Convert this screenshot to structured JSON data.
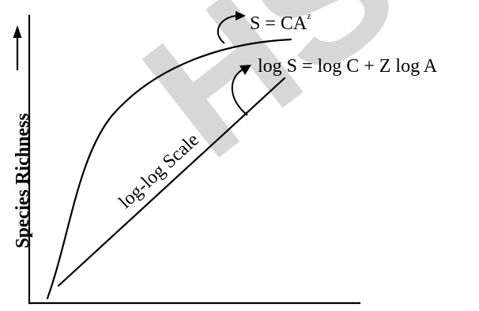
{
  "y_axis": {
    "label": "Species Richness"
  },
  "annotations": {
    "power_law": {
      "base": "S = CA",
      "exponent": "z"
    },
    "log_form": "log S = log C + Z log A",
    "line_label": "log-log Scale"
  },
  "watermark": {
    "text": "HS",
    "color": "#b8b8b8"
  },
  "colors": {
    "ink": "#000000",
    "background": "#ffffff"
  }
}
